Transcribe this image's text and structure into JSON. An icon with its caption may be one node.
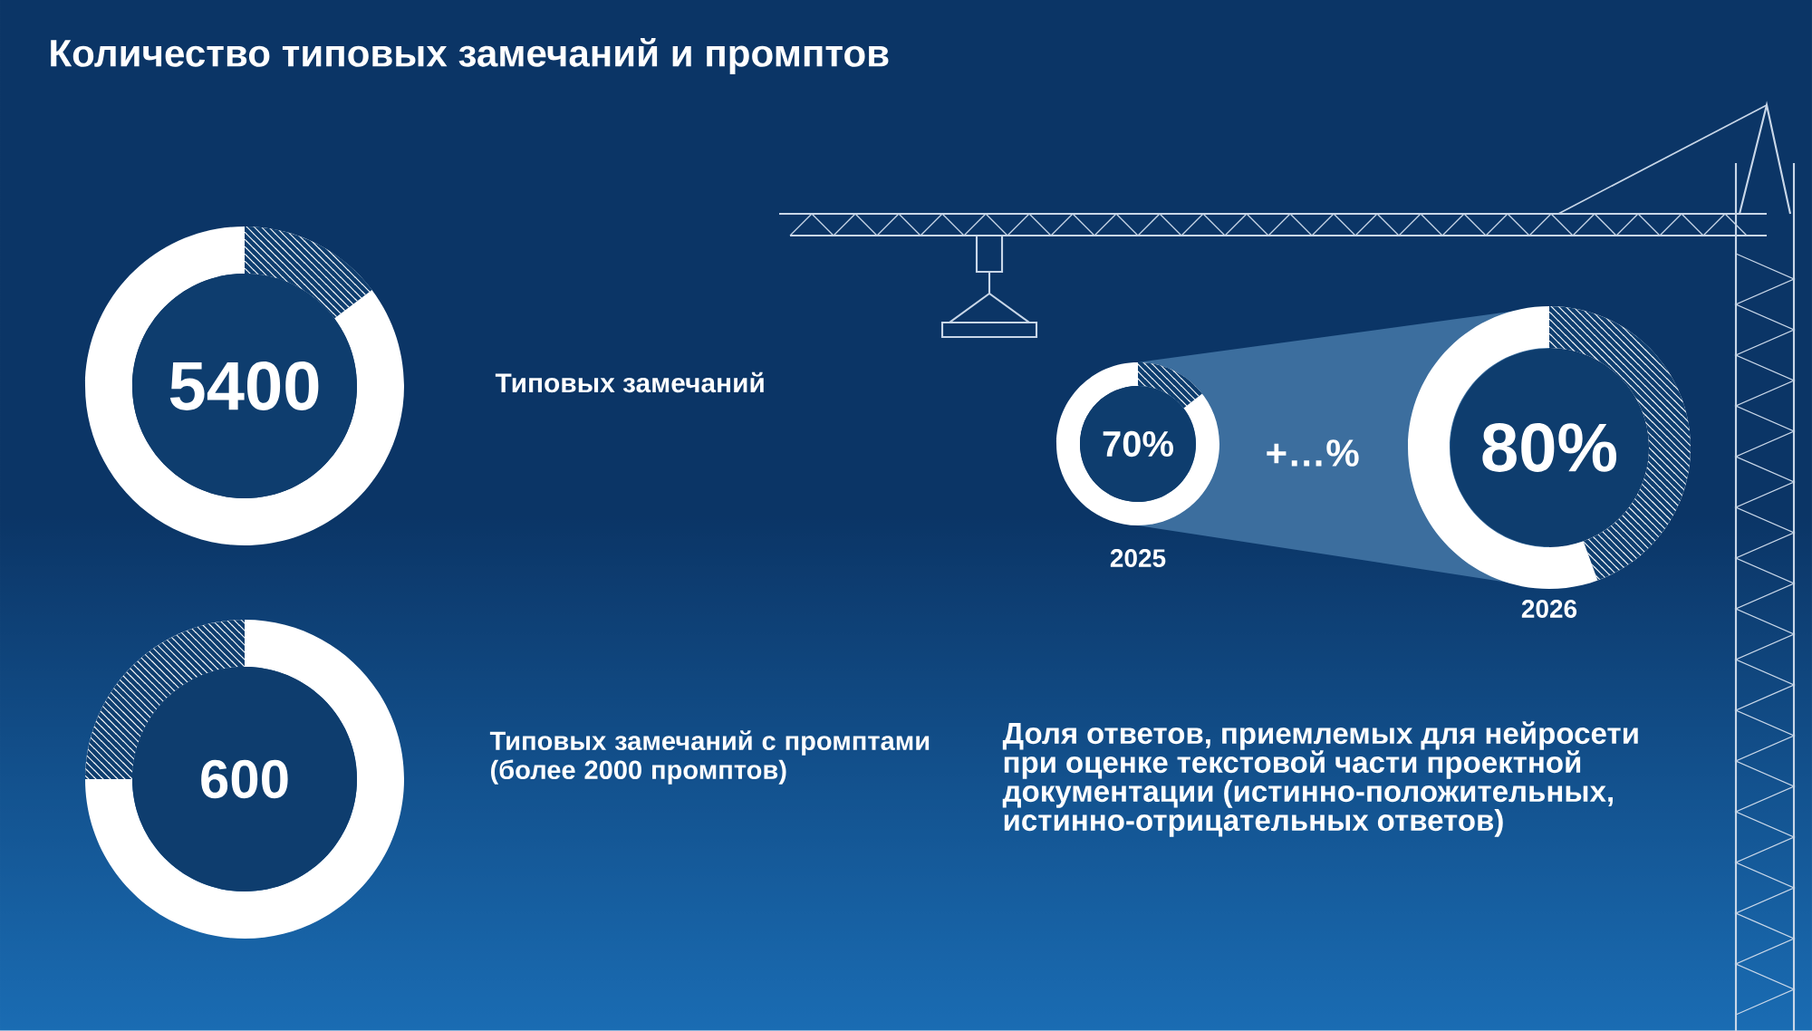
{
  "diagram": {
    "title": "Количество типовых замечаний и промптов",
    "nodes": [
      {
        "text": [
          "5400"
        ]
      },
      {
        "text": [
          "600"
        ]
      },
      {
        "text": [
          "70%"
        ],
        "beside": [
          "2025"
        ]
      },
      {
        "text": [
          "80%"
        ],
        "beside": [
          "2026"
        ]
      }
    ],
    "labels": [
      "Типовых замечаний",
      "Типовых замечаний с промптами (более 2000 промптов)",
      "+…%",
      "Доля ответов, приемлемых для нейросети при оценке текстовой части проектной документации (истинно-положительных, истинно-отрицательных ответов)"
    ]
  }
}
